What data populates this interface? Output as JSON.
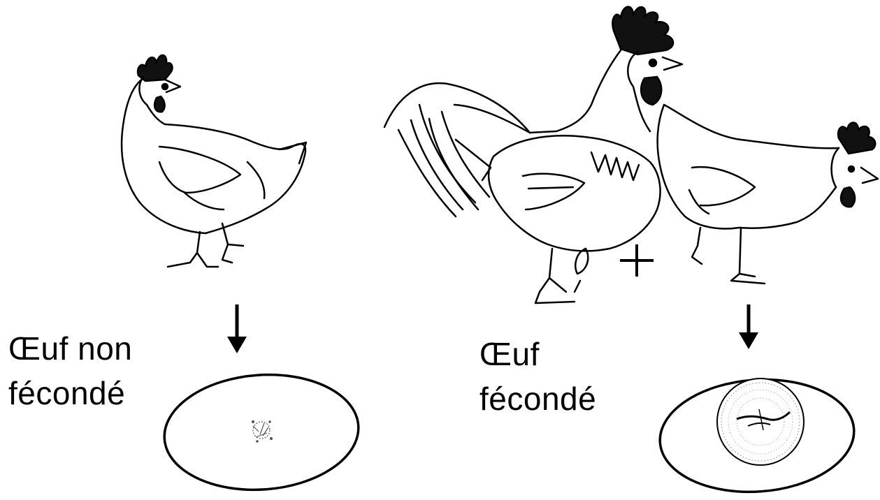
{
  "labels": {
    "unfertilized_line1": "Œuf non",
    "unfertilized_line2": "fécondé",
    "fertilized_line1": "Œuf",
    "fertilized_line2": "fécondé",
    "plus_sign": "+"
  },
  "icons": [
    "hen-icon",
    "rooster-icon",
    "hen-icon",
    "arrow-down-icon",
    "egg-icon",
    "germinal-disc-icon",
    "embryo-icon"
  ],
  "colors": {
    "ink": "#000000",
    "background": "#ffffff"
  }
}
